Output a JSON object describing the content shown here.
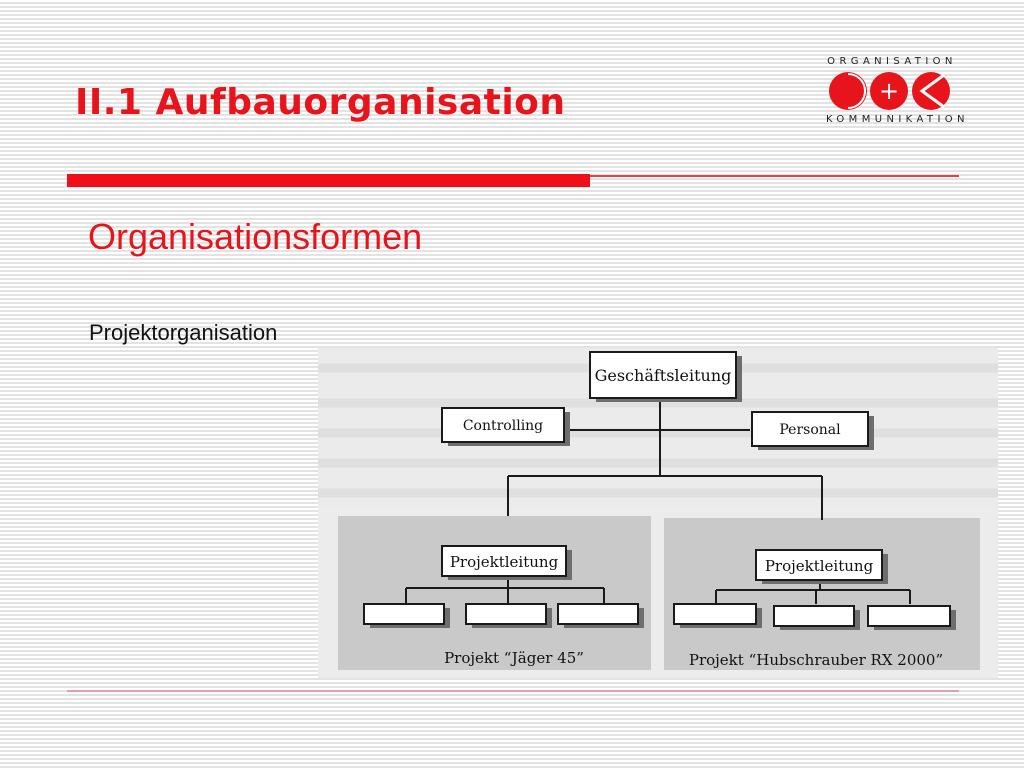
{
  "slide": {
    "title": "II.1 Aufbauorganisation",
    "subtitle": "Organisationsformen",
    "body": "Projektorganisation"
  },
  "logo": {
    "top_text": "ORGANISATION",
    "bottom_text": "KOMMUNIKATION",
    "plus": "+",
    "color": "#e8141c"
  },
  "diagram": {
    "top": "Geschäftsleitung",
    "staff_left": "Controlling",
    "staff_right": "Personal",
    "project_head_1": "Projektleitung",
    "project_head_2": "Projektleitung",
    "project_1": "Projekt “Jäger 45”",
    "project_2": "Projekt “Hubschrauber RX 2000”"
  },
  "colors": {
    "accent": "#e8141c",
    "panel": "#c9c9c9"
  }
}
